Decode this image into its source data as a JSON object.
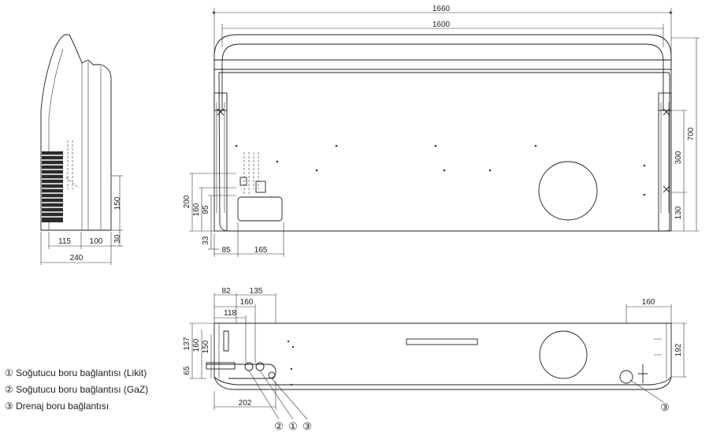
{
  "legend": [
    {
      "num": "①",
      "text": "Soğutucu boru bağlantısı (Likit)"
    },
    {
      "num": "②",
      "text": "Soğutucu boru bağlantısı (GaZ)"
    },
    {
      "num": "③",
      "text": "Drenaj boru bağlantısı"
    }
  ],
  "callouts": {
    "c2": "②",
    "c1": "①",
    "c3": "③",
    "c3_right": "③"
  },
  "dims": {
    "front_width_outer": "1660",
    "front_width_inner": "1600",
    "front_height": "700",
    "front_right_upper": "300",
    "front_right_lower": "130",
    "front_left_200": "200",
    "front_left_160": "160",
    "front_left_95": "95",
    "front_left_33": "33",
    "front_bottom_85": "85",
    "front_bottom_165": "165",
    "side_150": "150",
    "side_30": "30",
    "side_115": "115",
    "side_100": "100",
    "side_240": "240",
    "top_82": "82",
    "top_135": "135",
    "top_160a": "160",
    "top_118": "118",
    "top_137": "137",
    "top_160b": "160",
    "top_150": "150",
    "top_65": "65",
    "top_202": "202",
    "top_right_160": "160",
    "top_right_192": "192"
  }
}
